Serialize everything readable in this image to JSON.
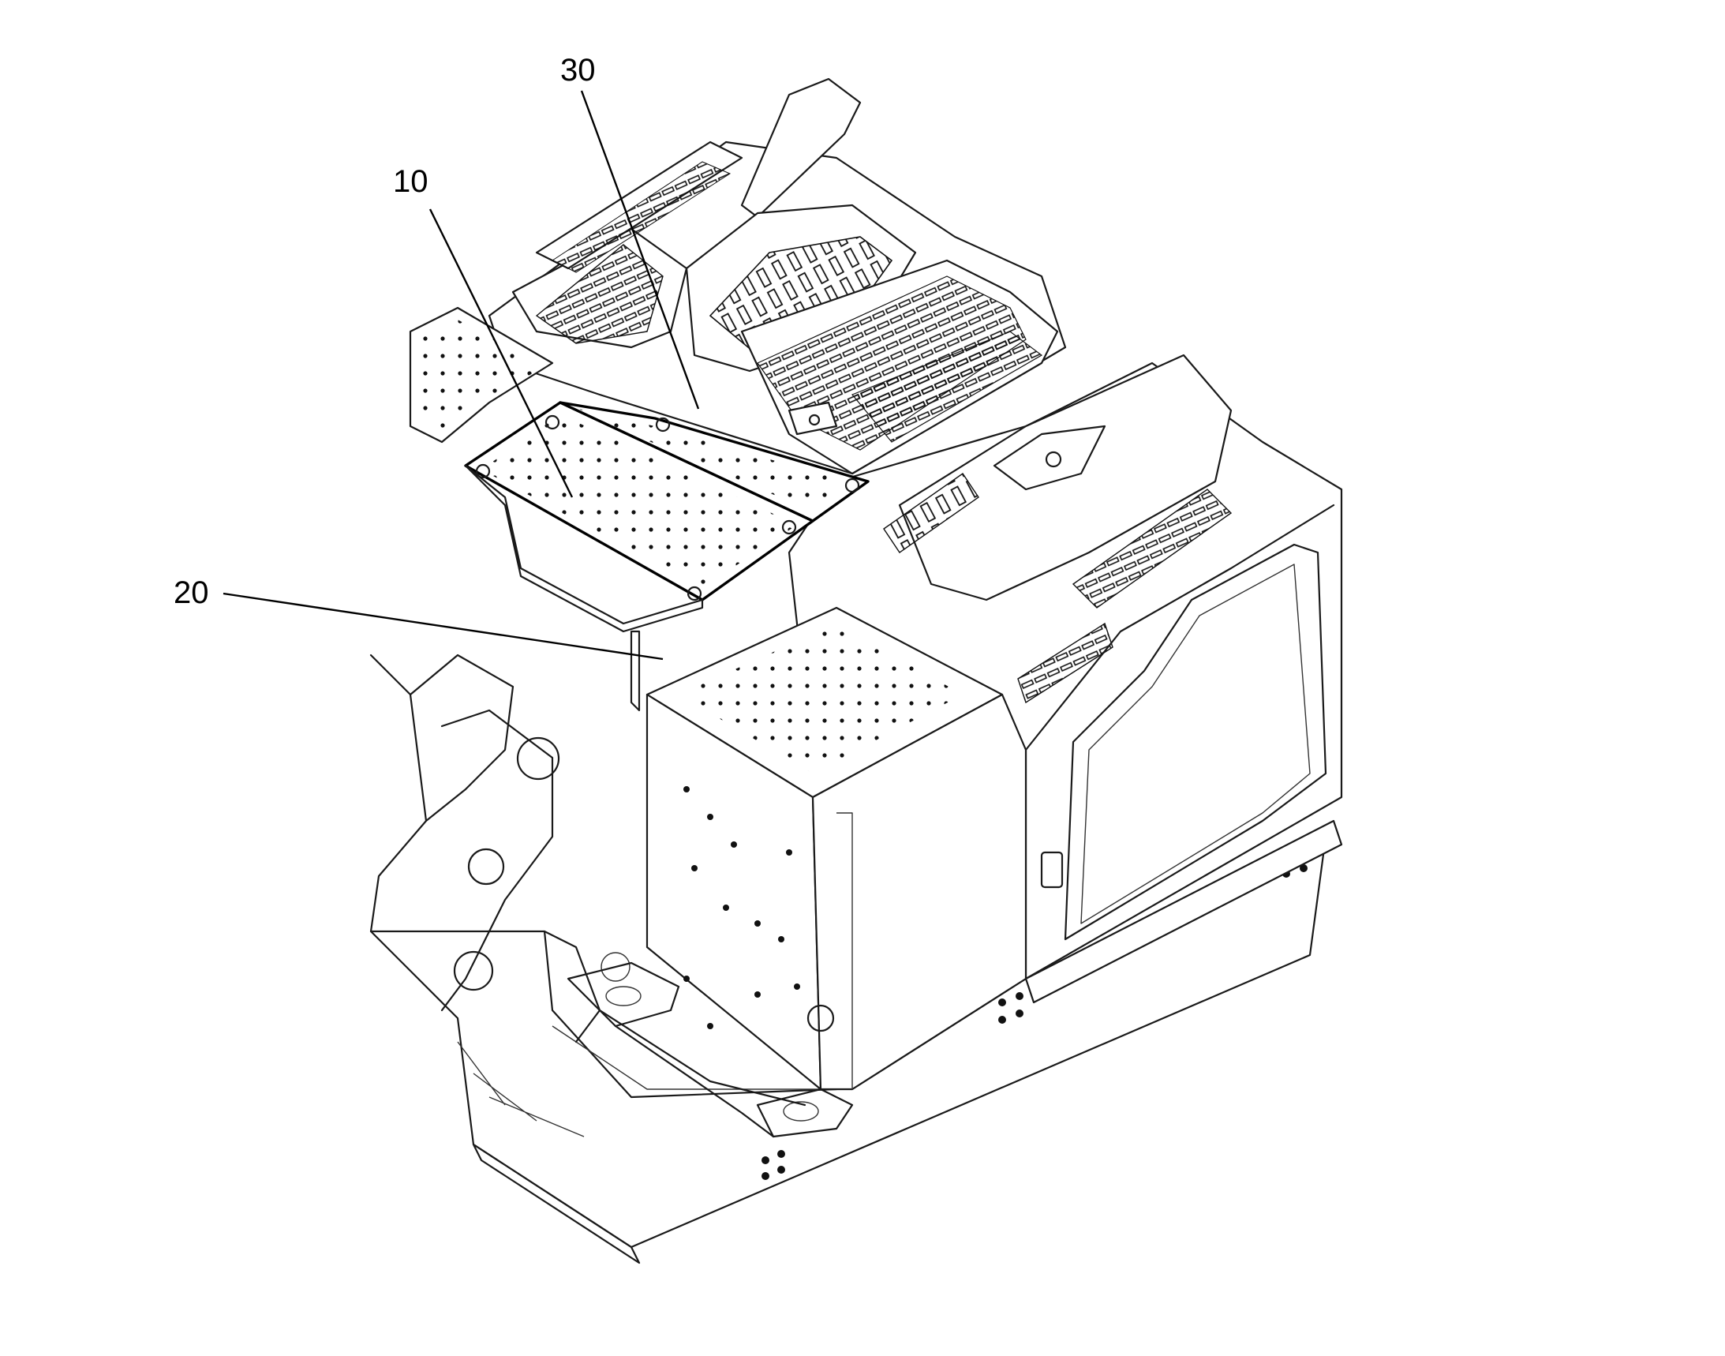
{
  "callouts": [
    {
      "id": "callout-10",
      "label": "10"
    },
    {
      "id": "callout-20",
      "label": "20"
    },
    {
      "id": "callout-30",
      "label": "30"
    }
  ],
  "colors": {
    "line": "#1a1a1a",
    "background": "#ffffff"
  }
}
